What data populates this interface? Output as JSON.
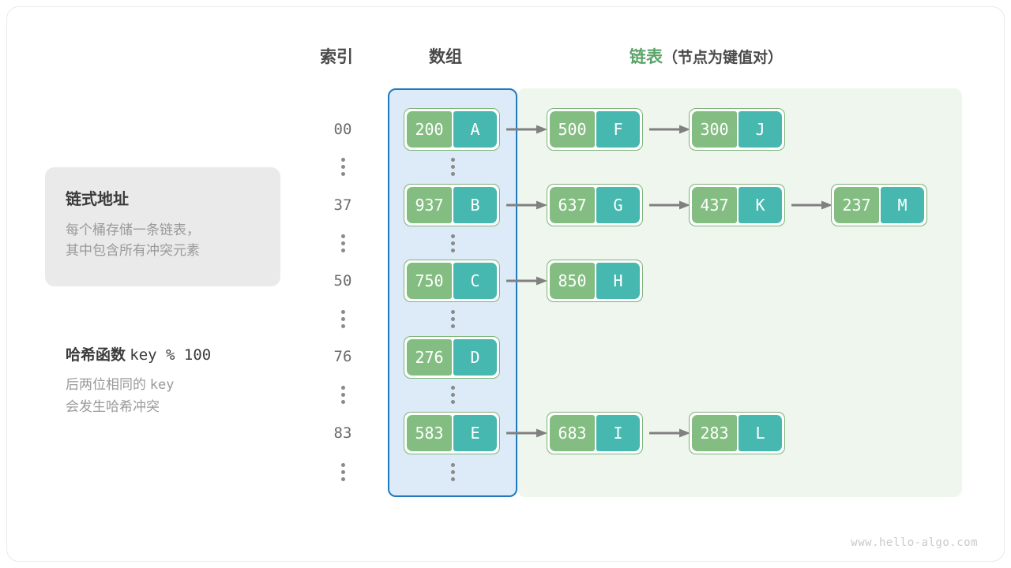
{
  "headers": {
    "index": "索引",
    "array": "数组",
    "list_main": "链表",
    "list_sub": "（节点为键值对）"
  },
  "colors": {
    "array_panel_fill": "#dcebf7",
    "array_panel_border": "#1f7ac0",
    "list_panel_fill": "#eef6ee",
    "node_key": "#84bd82",
    "node_value": "#46b8b0",
    "node_border": "#7bb377",
    "arrow": "#808080",
    "list_header_accent": "#5aa469",
    "note_card_bg": "#eaeaea",
    "muted_text": "#9a9a9a"
  },
  "buckets": [
    {
      "index": "00",
      "nodes": [
        {
          "key": "200",
          "value": "A"
        },
        {
          "key": "500",
          "value": "F"
        },
        {
          "key": "300",
          "value": "J"
        }
      ]
    },
    {
      "index": "37",
      "nodes": [
        {
          "key": "937",
          "value": "B"
        },
        {
          "key": "637",
          "value": "G"
        },
        {
          "key": "437",
          "value": "K"
        },
        {
          "key": "237",
          "value": "M"
        }
      ]
    },
    {
      "index": "50",
      "nodes": [
        {
          "key": "750",
          "value": "C"
        },
        {
          "key": "850",
          "value": "H"
        }
      ]
    },
    {
      "index": "76",
      "nodes": [
        {
          "key": "276",
          "value": "D"
        }
      ]
    },
    {
      "index": "83",
      "nodes": [
        {
          "key": "583",
          "value": "E"
        },
        {
          "key": "683",
          "value": "I"
        },
        {
          "key": "283",
          "value": "L"
        }
      ]
    }
  ],
  "note_card": {
    "title": "链式地址",
    "line1": "每个桶存储一条链表，",
    "line2": "其中包含所有冲突元素"
  },
  "hash_note": {
    "title_label": "哈希函数",
    "title_expr": "key % 100",
    "line1_prefix": "后两位相同的",
    "line1_mono": "key",
    "line2": "会发生哈希冲突"
  },
  "watermark": "www.hello-algo.com"
}
